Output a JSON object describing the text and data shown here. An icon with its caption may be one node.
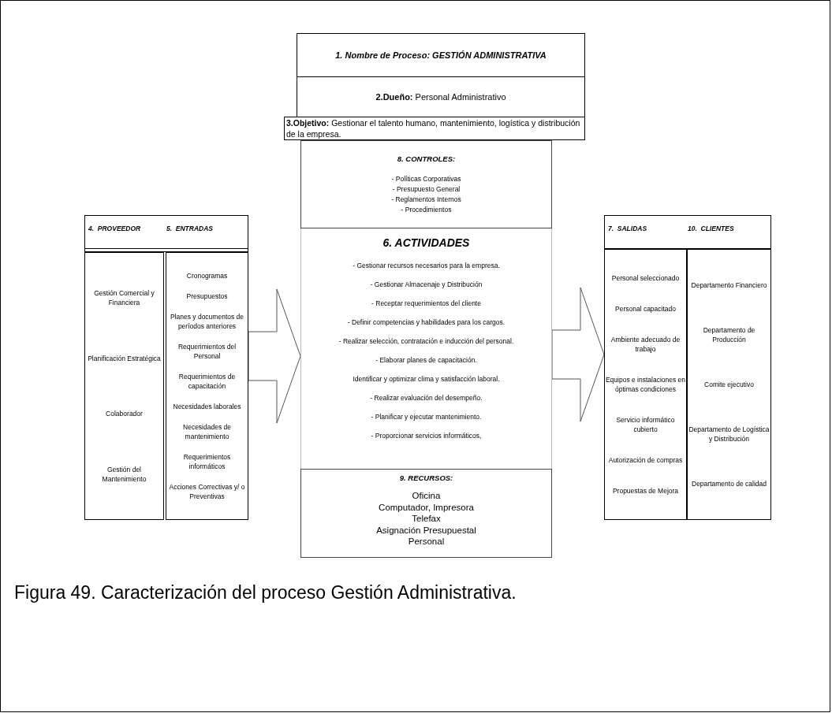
{
  "diagram": {
    "caption": "Figura 49. Caracterización del proceso Gestión Administrativa.",
    "nodes": [
      {
        "text": [
          "1. Nombre de Proceso: GESTIÓN ADMINISTRATIVA"
        ]
      },
      {
        "text": [
          "**2.Dueño:** Personal Administrativo"
        ]
      },
      {
        "text": [
          "**3.Objetivo:** Gestionar el talento humano, mantenimiento, logística y distribución de la empresa."
        ]
      },
      {
        "text": [
          "8. CONTROLES:",
          "- Políticas Corporativas",
          "- Presupuesto General",
          "- Reglamentos Internos",
          "- Procedimientos"
        ]
      },
      {
        "text": [
          "6. ACTIVIDADES",
          "- Gestionar recursos necesarios para la empresa.",
          "- Gestionar Almacenaje y Distribución",
          "- Receptar requerimientos del cliente",
          "- Definir competencias y habilidades para los cargos.",
          "- Realizar selección, contratación e inducción del personal.",
          "- Elaborar planes de capacitación.",
          "Identificar y optimizar clima y satisfacción laboral.",
          "- Realizar evaluación del desempeño.",
          "- Planificar y ejecutar mantenimiento.",
          "- Proporcionar servicios informáticos,"
        ]
      },
      {
        "text": [
          "9. RECURSOS:",
          "Oficina",
          "Computador, Impresora",
          "Telefax",
          "Asignación Presupuestal",
          "Personal"
        ]
      },
      {
        "text": [
          "4.  PROVEEDOR",
          "5.  ENTRADAS"
        ]
      },
      {
        "text": [
          "Gestión Comercial y Financiera",
          "Planificación Estratégica",
          "Colaborador",
          "Gestión del Mantenimiento"
        ]
      },
      {
        "text": [
          "Cronogramas",
          "Presupuestos",
          "Planes y documentos de períodos anteriores",
          "Requerimientos del Personal",
          "Requerimientos de capacitación",
          "Necesidades laborales",
          "Necesidades de mantenimiento",
          "Requerimientos informáticos",
          "Acciones Correctivas y/ o Preventivas"
        ]
      },
      {
        "text": [
          "7.  SALIDAS",
          "10.  CLIENTES"
        ]
      },
      {
        "text": [
          "Personal seleccionado",
          "Personal capacitado",
          "Ambiente adecuado de trabajo",
          "Equipos e instalaciones en óptimas condiciones",
          "Servicio informático cubierto",
          "Autorización de compras",
          "Propuestas de Mejora"
        ]
      },
      {
        "text": [
          "Departamento Financiero",
          "Departamento de Producción",
          "Comite ejecutivo",
          "Departamento de Logística y Distribución",
          "Departamento de calidad"
        ]
      }
    ],
    "edges": [
      {
        "from": 8,
        "to": 4,
        "arrow": "to"
      },
      {
        "from": 4,
        "to": 10,
        "arrow": "to"
      }
    ]
  }
}
